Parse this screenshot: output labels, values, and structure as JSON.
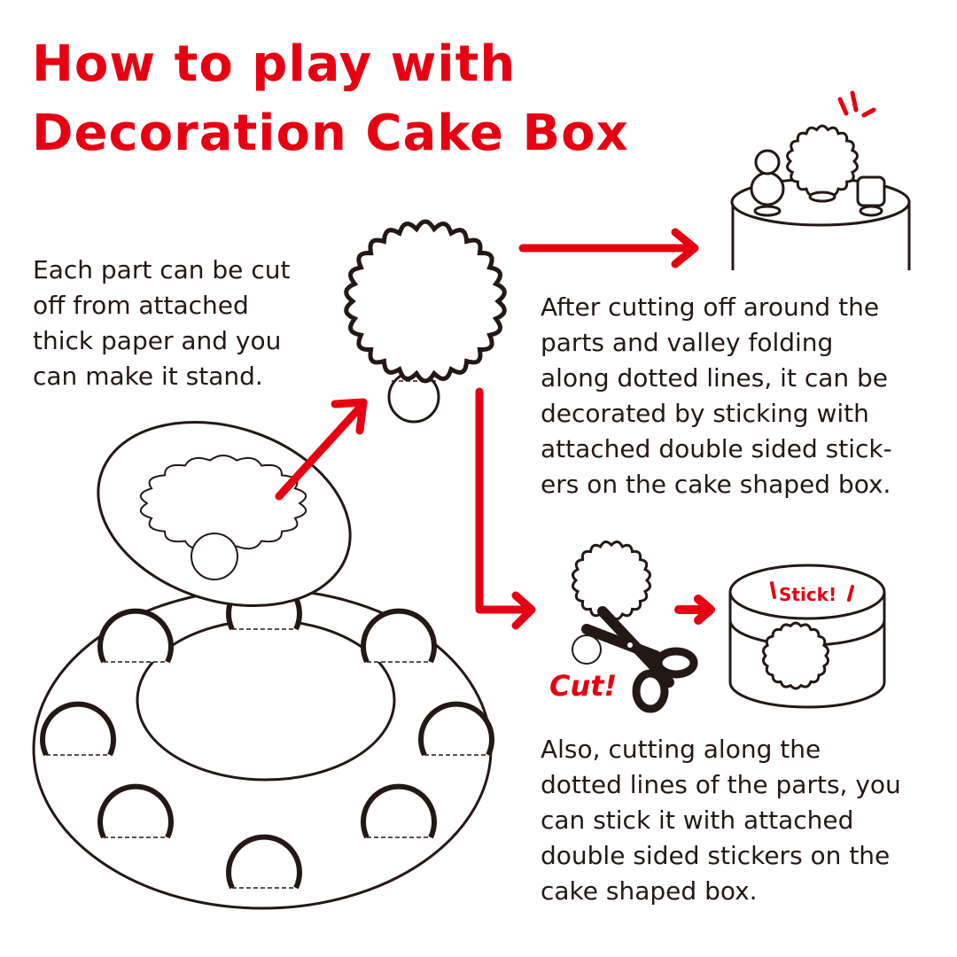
{
  "title": {
    "line1": "How to play with",
    "line2": "Decoration Cake Box"
  },
  "step1_text": "Each part can be cut\noff  from attached\nthick paper and you\ncan make it stand.",
  "step2_text": "After cutting off around the\nparts and valley folding\nalong dotted lines, it can be\ndecorated by sticking with\nattached double sided stick-\ners on the cake shaped box.",
  "step3_text": "Also, cutting along the\ndotted  lines of the parts, you\ncan stick it with attached\ndouble sided stickers on the\ncake shaped box.",
  "labels": {
    "cut": "Cut!",
    "stick": "Stick!"
  },
  "colors": {
    "accent": "#e60012",
    "ink": "#231815"
  }
}
